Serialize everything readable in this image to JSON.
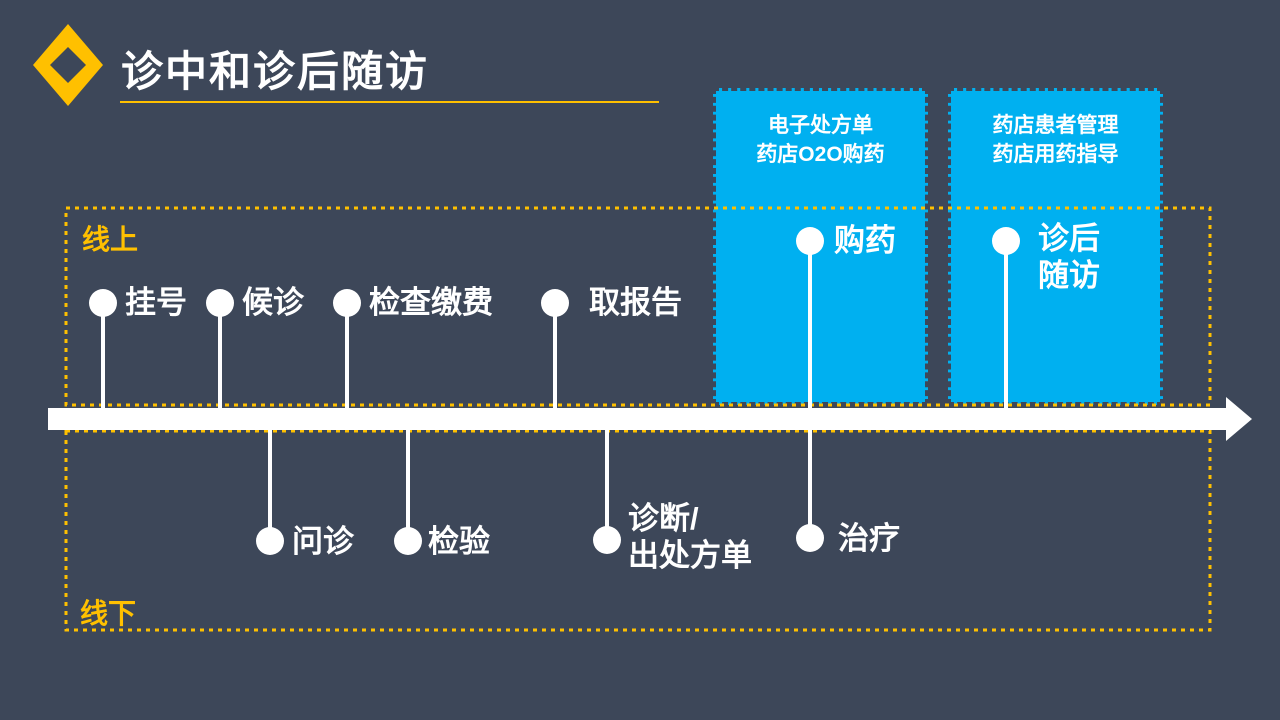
{
  "title": "诊中和诊后随访",
  "callouts": [
    {
      "text": "电子处方单\n药店O2O购药"
    },
    {
      "text": "药店患者管理\n药店用药指导"
    }
  ],
  "regions": {
    "online": "线上",
    "offline": "线下"
  },
  "timeline": {
    "online": [
      {
        "label": "挂号"
      },
      {
        "label": "候诊"
      },
      {
        "label": "检查缴费"
      },
      {
        "label": "取报告"
      },
      {
        "label": "购药"
      },
      {
        "label": "诊后\n随访"
      }
    ],
    "offline": [
      {
        "label": "问诊"
      },
      {
        "label": "检验"
      },
      {
        "label": "诊断/\n出处方单"
      },
      {
        "label": "治疗"
      }
    ]
  },
  "colors": {
    "background": "#3D4759",
    "accent_yellow": "#FFC000",
    "accent_cyan": "#00B0F0",
    "text_white": "#FFFFFF"
  }
}
